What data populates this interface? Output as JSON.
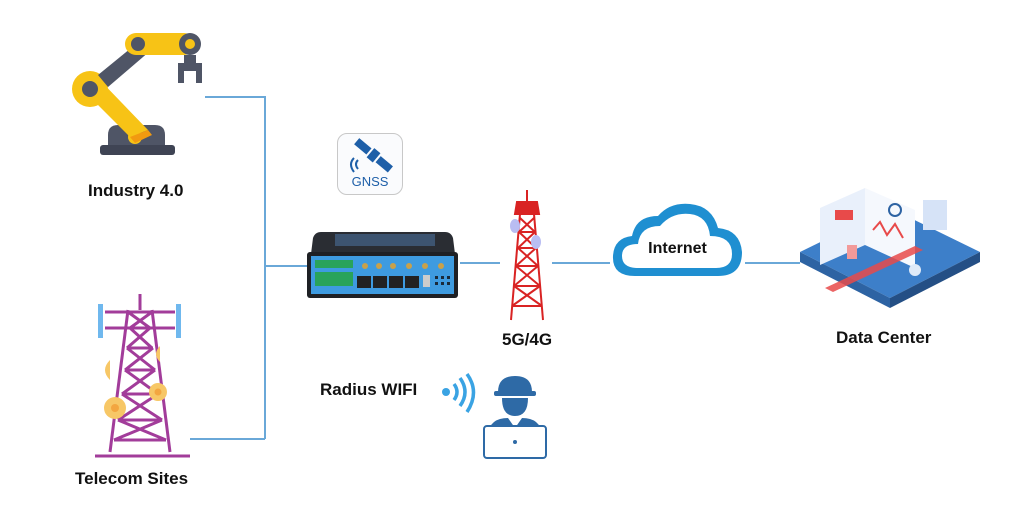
{
  "diagram": {
    "nodes": {
      "industry": {
        "label": "Industry 4.0",
        "icon": "robot-arm-icon"
      },
      "telecom": {
        "label": "Telecom Sites",
        "icon": "telecom-tower-icon"
      },
      "gnss": {
        "label": "GNSS",
        "icon": "satellite-icon"
      },
      "router": {
        "icon": "industrial-router-icon"
      },
      "cellular": {
        "label": "5G/4G",
        "icon": "cell-tower-icon"
      },
      "internet": {
        "label": "Internet",
        "icon": "cloud-icon"
      },
      "datacenter": {
        "label": "Data Center",
        "icon": "data-center-icon"
      },
      "wifi": {
        "label": "Radius WIFI",
        "icon": "wifi-signal-icon",
        "user_icon": "engineer-laptop-icon"
      }
    },
    "colors": {
      "connector": "#6aa8d8",
      "robot_yellow": "#f7c316",
      "robot_gray": "#4f5566",
      "telecom_purple": "#a23c9a",
      "tower_red": "#d92323",
      "cloud_blue": "#1f8fd1",
      "router_blue": "#3e9be0",
      "engineer_blue": "#2e6aa6",
      "gnss_blue": "#1e5fa8"
    }
  }
}
